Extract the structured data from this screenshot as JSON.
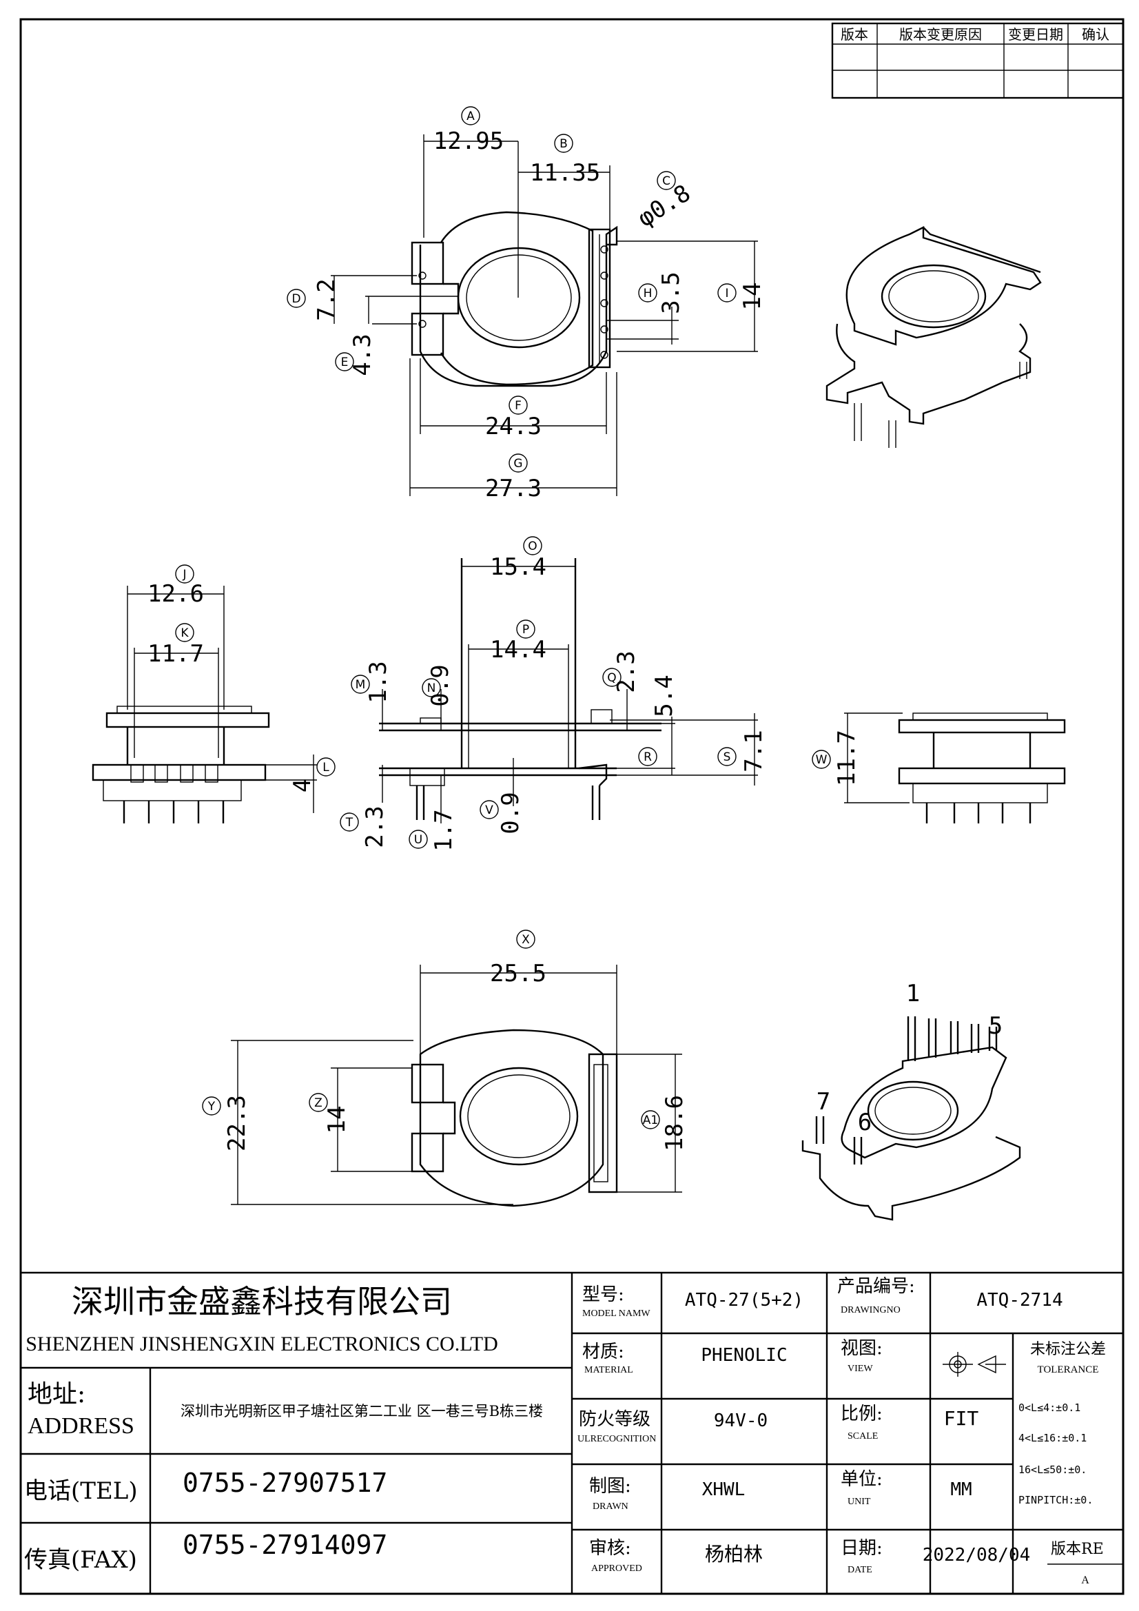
{
  "revision_table": {
    "headers": [
      "版本",
      "版本变更原因",
      "变更日期",
      "确认"
    ]
  },
  "dimensions": {
    "A": "12.95",
    "B": "11.35",
    "C": "φ0.8",
    "D": "7.2",
    "E": "4.3",
    "F": "24.3",
    "G": "27.3",
    "H": "3.5",
    "I": "14",
    "J": "12.6",
    "K": "11.7",
    "L": "4",
    "M": "1.3",
    "N": "0.9",
    "O": "15.4",
    "P": "14.4",
    "Q": "2.3",
    "R": "5.4",
    "S": "7.1",
    "T": "2.3",
    "U": "1.7",
    "V": "0.9",
    "W": "11.7",
    "X": "25.5",
    "Y": "22.3",
    "Z": "14",
    "A1": "18.6"
  },
  "bubble_labels": [
    "A",
    "B",
    "C",
    "D",
    "E",
    "F",
    "G",
    "H",
    "I",
    "J",
    "K",
    "L",
    "M",
    "N",
    "O",
    "P",
    "Q",
    "R",
    "S",
    "T",
    "U",
    "V",
    "W",
    "X",
    "Y",
    "Z",
    "A1"
  ],
  "pin_labels": {
    "p1": "1",
    "p5": "5",
    "p7": "7",
    "p6": "6"
  },
  "title_block": {
    "company_cn": "深圳市金盛鑫科技有限公司",
    "company_en": "SHENZHEN JINSHENGXIN ELECTRONICS CO.LTD",
    "address_label_cn": "地址:",
    "address_label_en": "ADDRESS",
    "address": "深圳市光明新区甲子塘社区第二工业 区一巷三号B栋三楼",
    "tel_label": "电话(TEL)",
    "tel": "0755-27907517",
    "fax_label": "传真(FAX)",
    "fax": "0755-27914097",
    "model_label_cn": "型号:",
    "model_label_en": "MODEL NAMW",
    "model": "ATQ-27(5+2)",
    "drawing_label_cn": "产品编号:",
    "drawing_label_en": "DRAWINGNO",
    "drawing_no": "ATQ-2714",
    "material_label_cn": "材质:",
    "material_label_en": "MATERIAL",
    "material": "PHENOLIC",
    "view_label_cn": "视图:",
    "view_label_en": "VIEW",
    "tolerance_label_cn": "未标注公差",
    "tolerance_label_en": "TOLERANCE",
    "tolerances": [
      "0<L≤4:±0.1",
      "4<L≤16:±0.1",
      "16<L≤50:±0.",
      "PINPITCH:±0."
    ],
    "fire_label_cn": "防火等级",
    "fire_label_en": "ULRECOGNITION",
    "fire_rating": "94V-0",
    "scale_label_cn": "比例:",
    "scale_label_en": "SCALE",
    "scale": "FIT",
    "drawn_label_cn": "制图:",
    "drawn_label_en": "DRAWN",
    "drawn": "XHWL",
    "unit_label_cn": "单位:",
    "unit_label_en": "UNIT",
    "unit": "MM",
    "approved_label_cn": "审核:",
    "approved_label_en": "APPROVED",
    "approved": "杨柏林",
    "date_label_cn": "日期:",
    "date_label_en": "DATE",
    "date": "2022/08/04",
    "rev_label": "版本RE",
    "rev": "A"
  }
}
